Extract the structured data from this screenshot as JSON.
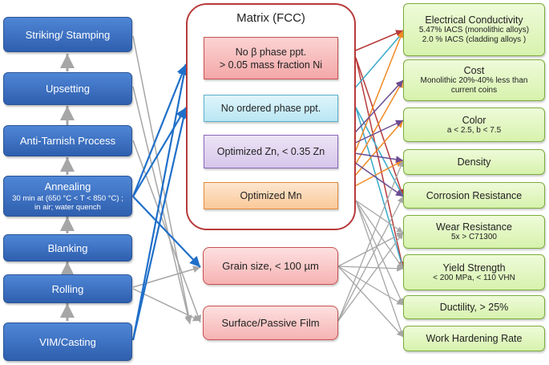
{
  "process": [
    {
      "label": "Striking/ Stamping"
    },
    {
      "label": "Upsetting"
    },
    {
      "label": "Anti-Tarnish Process"
    },
    {
      "label": "Annealing",
      "sub1": "30 min at  (650 °C < T < 850 °C) ;",
      "sub2": "in air; water quench"
    },
    {
      "label": "Blanking"
    },
    {
      "label": "Rolling"
    },
    {
      "label": "VIM/Casting"
    }
  ],
  "matrix": {
    "title": "Matrix (FCC)",
    "items": [
      {
        "line1": "No β phase ppt.",
        "line2": "> 0.05 mass fraction Ni"
      },
      {
        "line1": "No ordered phase ppt."
      },
      {
        "line1": "Optimized Zn, < 0.35 Zn"
      },
      {
        "line1": "Optimized Mn"
      }
    ]
  },
  "microstructure": [
    {
      "label": "Grain size, < 100 µm"
    },
    {
      "label": "Surface/Passive Film"
    }
  ],
  "properties": [
    {
      "label": "Electrical Conductivity",
      "sub1": "5.47% IACS (monolithic alloys)",
      "sub2": "2.0 % IACS (cladding alloys )"
    },
    {
      "label": "Cost",
      "sub1": "Monolithic 20%-40% less than",
      "sub2": "current coins"
    },
    {
      "label": "Color",
      "sub1": "a < 2.5, b < 7.5"
    },
    {
      "label": "Density"
    },
    {
      "label": "Corrosion Resistance"
    },
    {
      "label": "Wear Resistance",
      "sub1": "5x > C71300"
    },
    {
      "label": "Yield Strength",
      "sub1": "< 200 MPa, < 110 VHN"
    },
    {
      "label": "Ductility, > 25%"
    },
    {
      "label": "Work Hardening Rate"
    }
  ],
  "colors": {
    "process": "#3a6fc4",
    "blue_arrow": "#1f6fc9",
    "gray_arrow": "#a6a6a6",
    "red_line": "#b83a3a",
    "cyan_line": "#39a9c9",
    "orange_line": "#f08a24",
    "purple_line": "#6a4c93",
    "property_fill": "#e3f6c4"
  }
}
